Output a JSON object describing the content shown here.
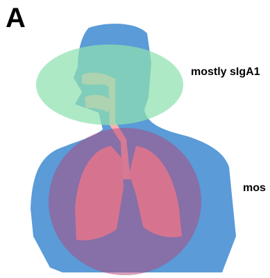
{
  "panel": {
    "letter": "A"
  },
  "labels": {
    "upper_airway": "mostly sIgA1",
    "lower_airway": "mos"
  },
  "colors": {
    "body": "#5a9bd8",
    "lungs": "#ffa6a6",
    "upper_region": "#8fe0b0",
    "lower_region": "#b0467a"
  }
}
